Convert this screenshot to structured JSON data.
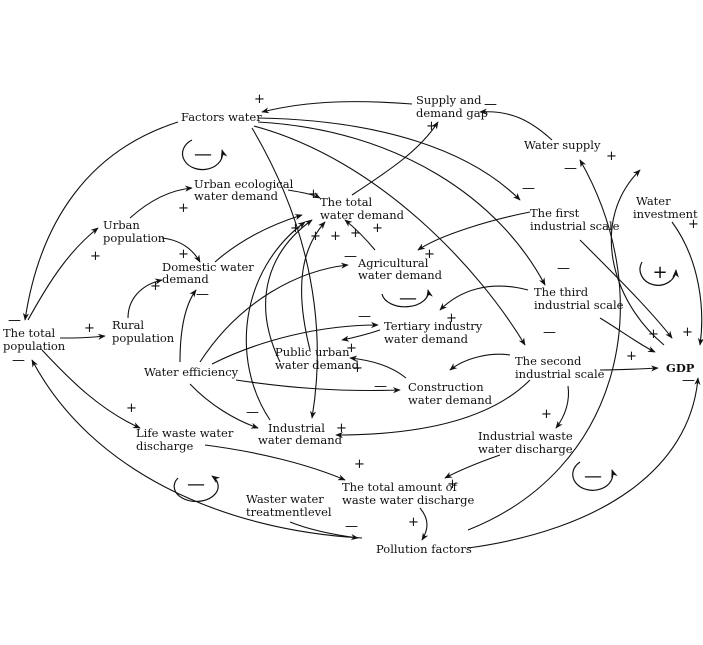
{
  "nodes": {
    "factors_water": [
      "Factors water"
    ],
    "supply_gap": [
      "Supply and",
      "demand gap"
    ],
    "water_supply": [
      "Water supply"
    ],
    "water_investment": [
      "Water",
      "investment"
    ],
    "total_population": [
      "The total",
      "population"
    ],
    "urban_population": [
      "Urban",
      "population"
    ],
    "rural_population": [
      "Rural",
      "population"
    ],
    "urban_eco_demand": [
      "Urban ecological",
      "water demand"
    ],
    "domestic_demand": [
      "Domestic water",
      "demand"
    ],
    "total_water_demand": [
      "The total",
      "water demand"
    ],
    "agricultural_demand": [
      "Agricultural",
      "water demand"
    ],
    "first_industrial": [
      "The first",
      "industrial scale"
    ],
    "third_industrial": [
      "The third",
      "industrial scale"
    ],
    "tertiary_demand": [
      "Tertiary industry",
      "water demand"
    ],
    "public_urban_demand": [
      "Public urban",
      "water demand"
    ],
    "water_efficiency": [
      "Water efficiency"
    ],
    "construction_demand": [
      "Construction",
      "water demand"
    ],
    "second_industrial": [
      "The second",
      "industrial scale"
    ],
    "gdp": [
      "GDP"
    ],
    "industrial_demand": [
      "Industrial",
      "water demand"
    ],
    "life_waste": [
      "Life waste water",
      "discharge"
    ],
    "industrial_waste": [
      "Industrial waste",
      "water discharge"
    ],
    "total_waste": [
      "The total amount of",
      "waste water discharge"
    ],
    "treatment_level": [
      "Waster water",
      "treatmentlevel"
    ],
    "pollution_factors": [
      "Pollution factors"
    ]
  },
  "signs": {
    "plus": "+",
    "minus": "—"
  },
  "loops": {
    "balancing": "—",
    "reinforcing": "+"
  }
}
